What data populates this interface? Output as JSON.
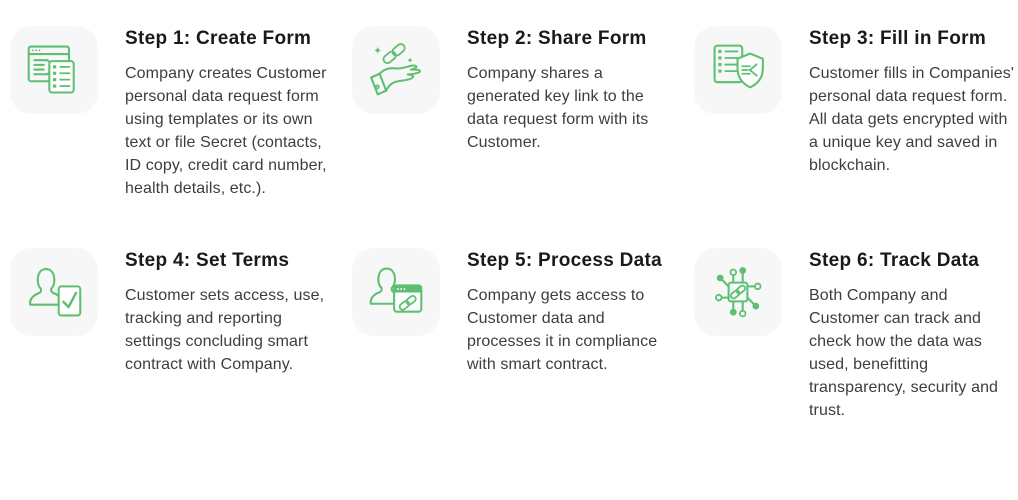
{
  "colors": {
    "accent": "#5cbf72",
    "tile_bg": "#f7f7f8",
    "heading": "#1a1a1a",
    "body": "#3d3d3d",
    "page_bg": "#ffffff"
  },
  "steps": [
    {
      "title": "Step 1: Create Form",
      "description": "Company creates Customer personal data request form using templates or its own text or file Secret (contacts, ID copy, credit card number, health details, etc.).",
      "icon": "form-template-icon"
    },
    {
      "title": "Step 2: Share Form",
      "description": "Company shares a generated key link to the data request form with its Customer.",
      "icon": "hand-share-link-icon"
    },
    {
      "title": "Step 3: Fill in Form",
      "description": "Customer fills in Companies' personal data request form. All data gets encrypted with a unique key and saved in blockchain.",
      "icon": "checklist-shield-icon"
    },
    {
      "title": "Step 4: Set Terms",
      "description": "Customer sets access, use, tracking and reporting settings concluding smart contract with Company.",
      "icon": "person-check-icon"
    },
    {
      "title": "Step 5: Process Data",
      "description": "Company gets access to Customer data and processes it in compliance with smart contract.",
      "icon": "person-browser-link-icon"
    },
    {
      "title": "Step 6: Track Data",
      "description": "Both Company and Customer can track and check how the data was used, benefitting transparency, security and trust.",
      "icon": "network-chip-link-icon"
    }
  ]
}
